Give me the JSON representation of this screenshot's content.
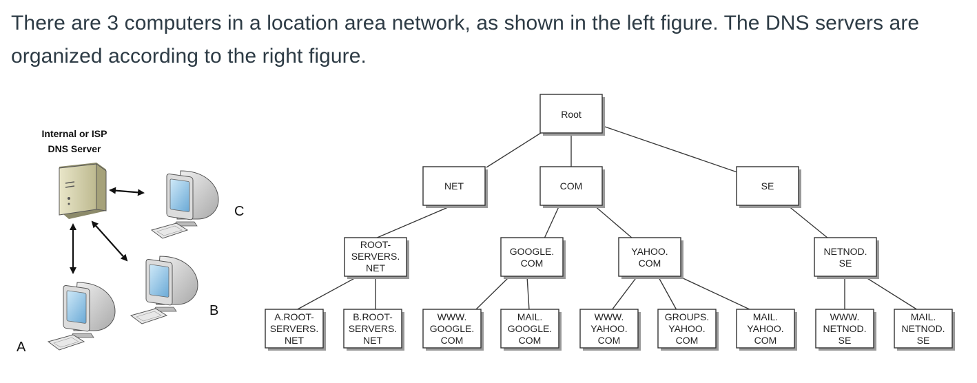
{
  "question": {
    "text": "There are 3 computers in a location area network, as shown in the left figure. The DNS servers are organized according to the right figure."
  },
  "left_figure": {
    "server_label_line1": "Internal or ISP",
    "server_label_line2": "DNS Server",
    "computers": [
      {
        "label": "A"
      },
      {
        "label": "B"
      },
      {
        "label": "C"
      }
    ]
  },
  "dns_tree": {
    "root": {
      "lines": [
        "Root"
      ]
    },
    "level1": [
      {
        "id": "net",
        "lines": [
          "NET"
        ]
      },
      {
        "id": "com",
        "lines": [
          "COM"
        ]
      },
      {
        "id": "se",
        "lines": [
          "SE"
        ]
      }
    ],
    "level2": [
      {
        "id": "root-servers",
        "lines": [
          "ROOT-",
          "SERVERS.",
          "NET"
        ]
      },
      {
        "id": "google",
        "lines": [
          "GOOGLE.",
          "COM"
        ]
      },
      {
        "id": "yahoo",
        "lines": [
          "YAHOO.",
          "COM"
        ]
      },
      {
        "id": "netnod",
        "lines": [
          "NETNOD.",
          "SE"
        ]
      }
    ],
    "level3": [
      {
        "id": "a-root",
        "lines": [
          "A.ROOT-",
          "SERVERS.",
          "NET"
        ]
      },
      {
        "id": "b-root",
        "lines": [
          "B.ROOT-",
          "SERVERS.",
          "NET"
        ]
      },
      {
        "id": "www-google",
        "lines": [
          "WWW.",
          "GOOGLE.",
          "COM"
        ]
      },
      {
        "id": "mail-google",
        "lines": [
          "MAIL.",
          "GOOGLE.",
          "COM"
        ]
      },
      {
        "id": "www-yahoo",
        "lines": [
          "WWW.",
          "YAHOO.",
          "COM"
        ]
      },
      {
        "id": "groups-yahoo",
        "lines": [
          "GROUPS.",
          "YAHOO.",
          "COM"
        ]
      },
      {
        "id": "mail-yahoo",
        "lines": [
          "MAIL.",
          "YAHOO.",
          "COM"
        ]
      },
      {
        "id": "www-netnod",
        "lines": [
          "WWW.",
          "NETNOD.",
          "SE"
        ]
      },
      {
        "id": "mail-netnod",
        "lines": [
          "MAIL.",
          "NETNOD.",
          "SE"
        ]
      }
    ]
  }
}
